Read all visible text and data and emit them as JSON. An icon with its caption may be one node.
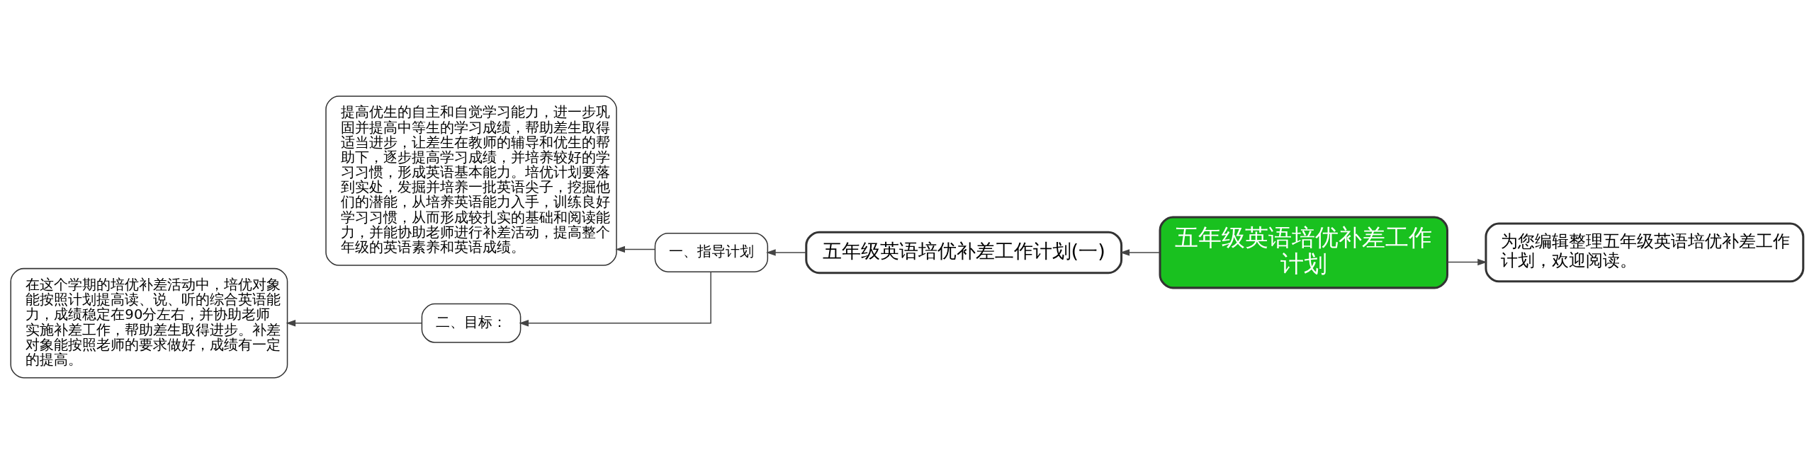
{
  "diagram": {
    "nodes": [
      {
        "text": [
          "五年级英语培优补差工作计划"
        ]
      },
      {
        "text": [
          "为您编辑整理五年级英语培优补差工作计划，欢迎阅读。"
        ]
      },
      {
        "text": [
          "五年级英语培优补差工作计划(一)"
        ]
      },
      {
        "text": [
          "一、指导计划"
        ]
      },
      {
        "text": [
          "提高优生的自主和自觉学习能力，进一步巩固并提高中等生的学习成绩，帮助差生取得适当进步，让差生在教师的辅导和优生的帮助下，逐步提高学习成绩，并培养较好的学习习惯，形成英语基本能力。培优计划要落到实处，发掘并培养一批英语尖子，挖掘他们的潜能，从培养英语能力入手，训练良好学习习惯，从而形成较扎实的基础和阅读能力，并能协助老师进行补差活动，提高整个年级的英语素养和英语成绩。"
        ]
      },
      {
        "text": [
          "二、目标："
        ]
      },
      {
        "text": [
          "在这个学期的培优补差活动中，培优对象能按照计划提高读、说、听的综合英语能力，成绩稳定在90分左右，并协助老师实施补差工作，帮助差生取得进步。补差对象能按照老师的要求做好，成绩有一定的提高。"
        ]
      }
    ],
    "edges": [
      {
        "from": 0,
        "to": 1,
        "arrow": "to"
      },
      {
        "from": 0,
        "to": 2,
        "arrow": "to"
      },
      {
        "from": 2,
        "to": 3,
        "arrow": "to"
      },
      {
        "from": 3,
        "to": 4,
        "arrow": "to"
      },
      {
        "from": 3,
        "to": 5,
        "arrow": "to"
      },
      {
        "from": 5,
        "to": 6,
        "arrow": "to"
      }
    ]
  }
}
